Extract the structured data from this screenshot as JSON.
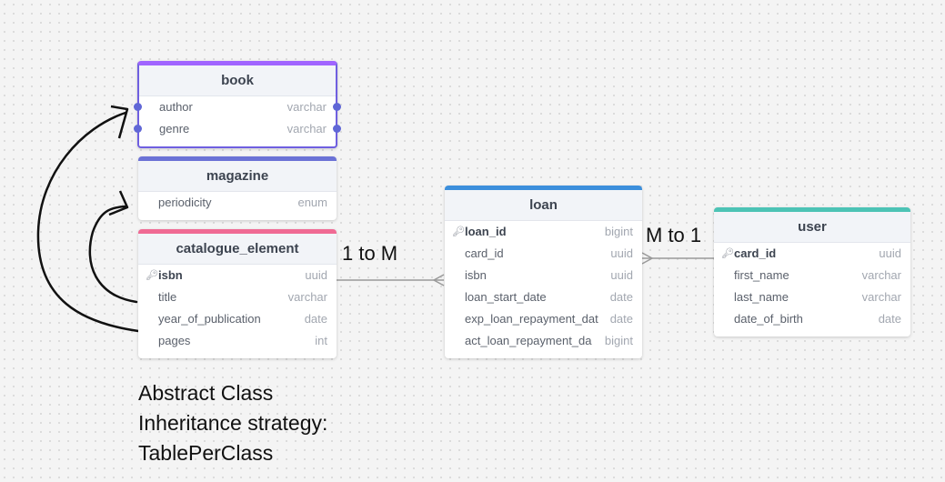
{
  "tables": {
    "book": {
      "name": "book",
      "fields": [
        {
          "name": "author",
          "type": "varchar"
        },
        {
          "name": "genre",
          "type": "varchar"
        }
      ]
    },
    "magazine": {
      "name": "magazine",
      "fields": [
        {
          "name": "periodicity",
          "type": "enum"
        }
      ]
    },
    "catalogue_element": {
      "name": "catalogue_element",
      "fields": [
        {
          "name": "isbn",
          "type": "uuid"
        },
        {
          "name": "title",
          "type": "varchar"
        },
        {
          "name": "year_of_publication",
          "type": "date"
        },
        {
          "name": "pages",
          "type": "int"
        }
      ]
    },
    "loan": {
      "name": "loan",
      "fields": [
        {
          "name": "loan_id",
          "type": "bigint"
        },
        {
          "name": "card_id",
          "type": "uuid"
        },
        {
          "name": "isbn",
          "type": "uuid"
        },
        {
          "name": "loan_start_date",
          "type": "date"
        },
        {
          "name": "exp_loan_repayment_dat",
          "type": "date"
        },
        {
          "name": "act_loan_repayment_da",
          "type": "bigint"
        }
      ]
    },
    "user": {
      "name": "user",
      "fields": [
        {
          "name": "card_id",
          "type": "uuid"
        },
        {
          "name": "first_name",
          "type": "varchar"
        },
        {
          "name": "last_name",
          "type": "varchar"
        },
        {
          "name": "date_of_birth",
          "type": "date"
        }
      ]
    }
  },
  "colors": {
    "book": "#a064ff",
    "magazine": "#6b72d6",
    "catalogue_element": "#f06a94",
    "loan": "#3c8fdc",
    "user": "#4cc3b5",
    "selected_border": "#6f5fe0"
  },
  "relations": {
    "catalogue_loan": "1 to M",
    "loan_user": "M to 1"
  },
  "note": {
    "line1": "Abstract Class",
    "line2": "Inheritance strategy:",
    "line3": "TablePerClass"
  }
}
